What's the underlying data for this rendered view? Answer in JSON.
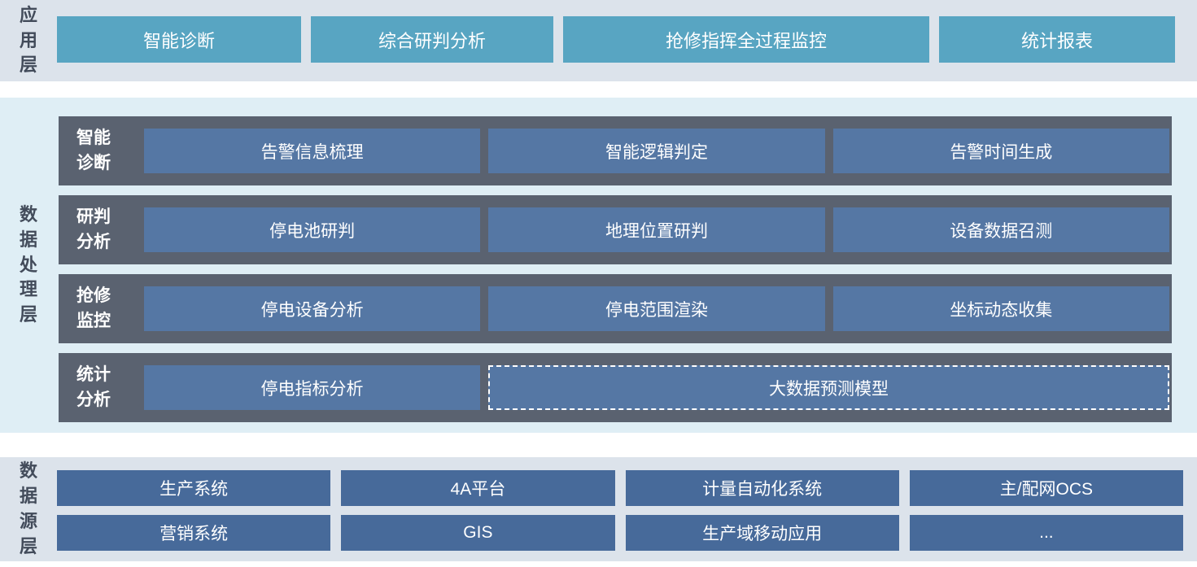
{
  "colors": {
    "app_band_bg": "#dce3eb",
    "processing_band_bg": "#dfeef5",
    "datasource_band_bg": "#dce3eb",
    "app_button_bg": "#58a5c2",
    "row_container_bg": "#5a6270",
    "processing_box_bg": "#5577a4",
    "datasource_box_bg": "#476a9a",
    "layer_label_text": "#424b5a",
    "box_text": "#ffffff",
    "dashed_border": "#ffffff"
  },
  "application_layer": {
    "label": "应\n用\n层",
    "buttons": [
      {
        "label": "智能诊断"
      },
      {
        "label": "综合研判分析"
      },
      {
        "label": "抢修指挥全过程监控"
      },
      {
        "label": "统计报表"
      }
    ]
  },
  "processing_layer": {
    "label": "数\n据\n处\n理\n层",
    "rows": [
      {
        "label": "智能\n诊断",
        "boxes": [
          "告警信息梳理",
          "智能逻辑判定",
          "告警时间生成"
        ]
      },
      {
        "label": "研判\n分析",
        "boxes": [
          "停电池研判",
          "地理位置研判",
          "设备数据召测"
        ]
      },
      {
        "label": "抢修\n监控",
        "boxes": [
          "停电设备分析",
          "停电范围渲染",
          "坐标动态收集"
        ]
      },
      {
        "label": "统计\n分析",
        "boxes": [
          "停电指标分析"
        ],
        "dashed_box": "大数据预测模型"
      }
    ]
  },
  "datasource_layer": {
    "label": "数\n据\n源\n层",
    "rows": [
      {
        "boxes": [
          "生产系统",
          "4A平台",
          "计量自动化系统",
          "主/配网OCS"
        ]
      },
      {
        "boxes": [
          "营销系统",
          "GIS",
          "生产域移动应用",
          "..."
        ]
      }
    ]
  }
}
